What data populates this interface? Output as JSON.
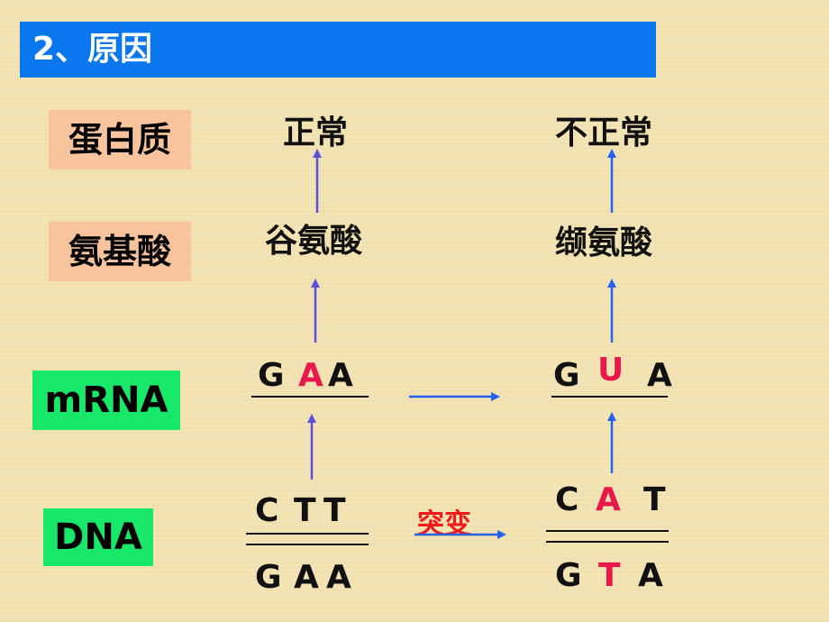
{
  "title": "2、原因",
  "row_labels": {
    "protein": "蛋白质",
    "amino_acid": "氨基酸",
    "mrna": "mRNA",
    "dna": "DNA"
  },
  "normal": {
    "protein": "正常",
    "amino_acid": "谷氨酸",
    "mrna": [
      "G",
      "A",
      "A"
    ],
    "dna_top": [
      "C",
      "T",
      "T"
    ],
    "dna_bottom": [
      "G",
      "A",
      "A"
    ]
  },
  "mutant": {
    "protein": "不正常",
    "amino_acid": "缬氨酸",
    "mrna": [
      "G",
      "U",
      "A"
    ],
    "dna_top": [
      "C",
      "A",
      "T"
    ],
    "dna_bottom": [
      "G",
      "T",
      "A"
    ]
  },
  "mutation_label": "突变",
  "colors": {
    "title_bar": "#0a77ee",
    "label_peach": "#f8c49d",
    "label_green": "#18e86a",
    "arrow_purple": "#5b4fe0",
    "arrow_blue": "#2461f0",
    "highlight_red": "#e8184c"
  }
}
